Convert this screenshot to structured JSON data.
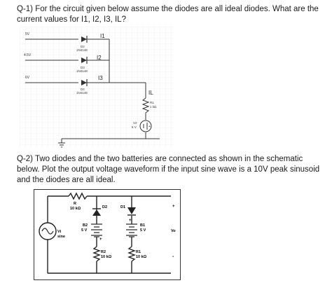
{
  "q1": {
    "text": "Q-1) For the circuit given below assume the diodes are all ideal diodes. What are the current values for I1, I2, I3, IL?"
  },
  "circuit1": {
    "sources": {
      "v1": "5V",
      "v2": "4.5V",
      "v3": "6V"
    },
    "diodes": [
      {
        "ref": "D2",
        "part": "1N4148"
      },
      {
        "ref": "D3",
        "part": "1N4148"
      },
      {
        "ref": "D4",
        "part": "1N4148"
      }
    ],
    "currents": {
      "i1": "I1",
      "i2": "I2",
      "i3": "I3",
      "il": "IL"
    },
    "resistor": {
      "ref": "R1",
      "value": "1 kΩ"
    },
    "battery": {
      "ref": "V2",
      "value": "5 V"
    }
  },
  "q2": {
    "text": "Q-2) Two diodes and the two batteries are connected as shown in the schematic below. Plot the output voltage waveform if the input sine wave is a 10V peak sinusoid and the diodes are all ideal."
  },
  "circuit2": {
    "r": {
      "ref": "R",
      "value": "10 kΩ"
    },
    "d2": "D2",
    "d1": "D1",
    "b2": {
      "ref": "B2",
      "value": "5 V"
    },
    "b1": {
      "ref": "B1",
      "value": "5 V"
    },
    "r2": {
      "ref": "R2",
      "value": "10 kΩ"
    },
    "r1": {
      "ref": "R1",
      "value": "10 kΩ"
    },
    "vi": {
      "ref": "Vi",
      "kind": "sine"
    },
    "vo": "Vo",
    "plus": "+",
    "minus": "-"
  }
}
